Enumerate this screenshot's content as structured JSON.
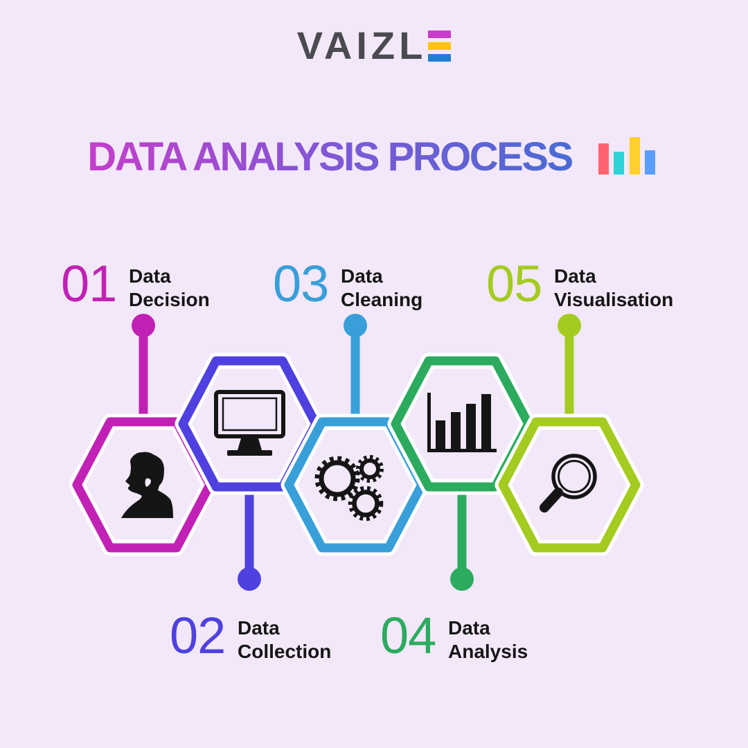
{
  "background_color": "#f2e8f9",
  "logo": {
    "wordmark": "VAIZL",
    "text_color": "#4a4a50",
    "letter_e_bars": [
      {
        "position": "top",
        "color": "#c93bc9"
      },
      {
        "position": "middle",
        "color": "#ffc408"
      },
      {
        "position": "bottom",
        "color": "#2280d3"
      }
    ]
  },
  "title": {
    "text": "DATA ANALYSIS PROCESS",
    "gradient_from": "#c43ecb",
    "gradient_mid": "#7e58d6",
    "gradient_to": "#4a6bd3",
    "bar_icon_bars": [
      {
        "color": "#ff6370",
        "height": 45
      },
      {
        "color": "#2ed3d6",
        "height": 33
      },
      {
        "color": "#ffd02b",
        "height": 54
      },
      {
        "color": "#5b9dfd",
        "height": 35
      }
    ]
  },
  "steps": [
    {
      "number": "01",
      "label_line1": "Data",
      "label_line2": "Decision",
      "color": "#c221b5",
      "icon": "person-icon",
      "label_position": "top"
    },
    {
      "number": "02",
      "label_line1": "Data",
      "label_line2": "Collection",
      "color": "#4e41e0",
      "icon": "monitor-icon",
      "label_position": "bottom"
    },
    {
      "number": "03",
      "label_line1": "Data",
      "label_line2": "Cleaning",
      "color": "#389fd9",
      "icon": "gears-icon",
      "label_position": "top"
    },
    {
      "number": "04",
      "label_line1": "Data",
      "label_line2": "Analysis",
      "color": "#2cab5f",
      "icon": "bar-chart-icon",
      "label_position": "bottom"
    },
    {
      "number": "05",
      "label_line1": "Data",
      "label_line2": "Visualisation",
      "color": "#a4cb20",
      "icon": "magnifier-icon",
      "label_position": "top"
    }
  ]
}
